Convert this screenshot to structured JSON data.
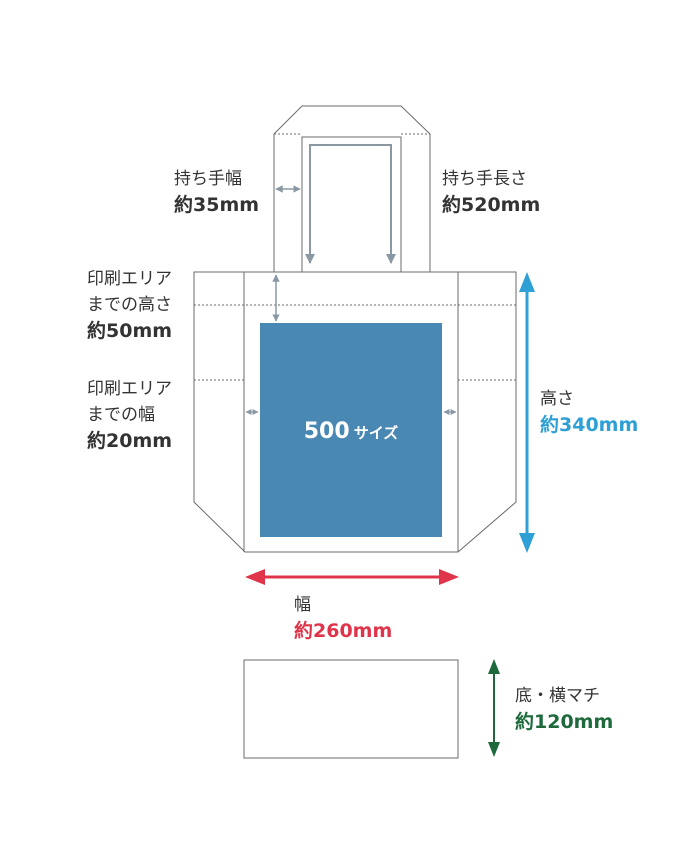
{
  "colors": {
    "outline": "#6b6b6b",
    "print_area": "#4a88b4",
    "dim_arrow": "#8a98a4",
    "height_accent": "#2ea0d6",
    "width_accent": "#e0344a",
    "gusset_accent": "#1e6a3c"
  },
  "print_area": {
    "size_number": "500",
    "size_unit": "サイズ"
  },
  "labels": {
    "handle_width": {
      "name": "持ち手幅",
      "value": "約35mm"
    },
    "handle_length": {
      "name": "持ち手長さ",
      "value": "約520mm"
    },
    "print_to_top": {
      "name_line1": "印刷エリア",
      "name_line2": "までの高さ",
      "value": "約50mm"
    },
    "print_to_side": {
      "name_line1": "印刷エリア",
      "name_line2": "までの幅",
      "value": "約20mm"
    },
    "height": {
      "name": "高さ",
      "value": "約340mm"
    },
    "width": {
      "name": "幅",
      "value": "約260mm"
    },
    "gusset": {
      "name": "底・横マチ",
      "value": "約120mm"
    }
  }
}
